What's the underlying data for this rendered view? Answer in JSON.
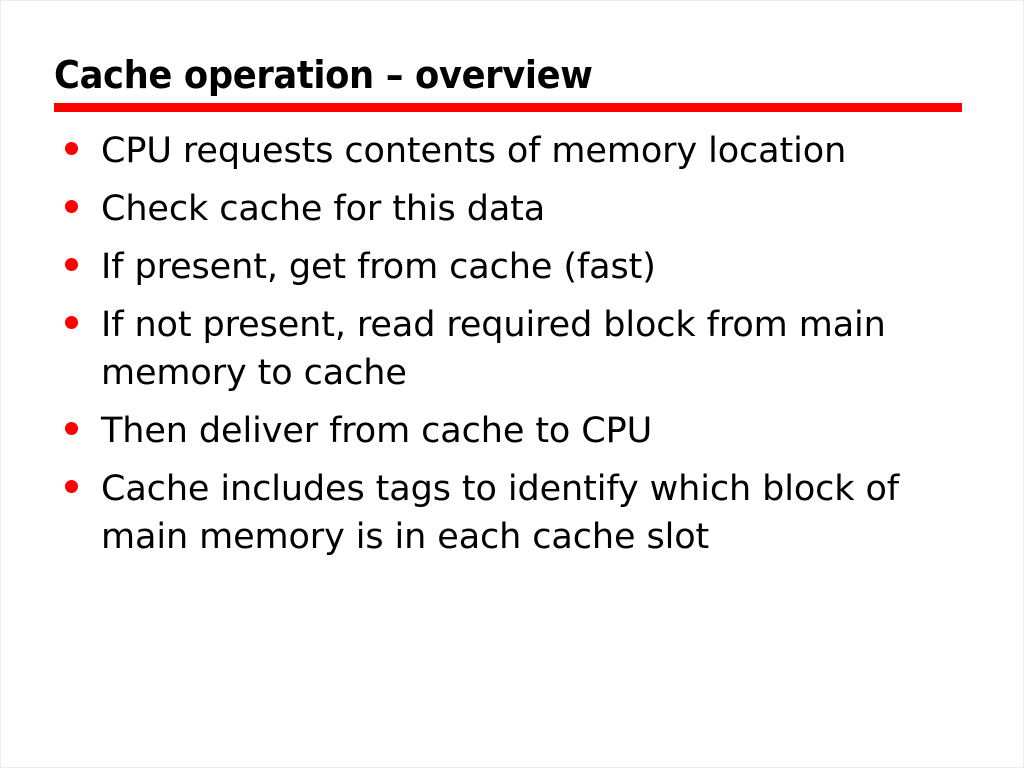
{
  "slide": {
    "title": "Cache operation – overview",
    "accent_color": "#FF0000",
    "text_color": "#000000",
    "background_color": "#FFFFFF",
    "bullets": [
      {
        "text": "CPU requests contents of memory location"
      },
      {
        "text": "Check cache for this data"
      },
      {
        "text": "If present, get from cache (fast)"
      },
      {
        "text": "If not present, read required block from main memory to cache"
      },
      {
        "text": "Then deliver from cache to CPU"
      },
      {
        "text": "Cache includes tags to identify which block of main memory is in each cache slot"
      }
    ]
  }
}
